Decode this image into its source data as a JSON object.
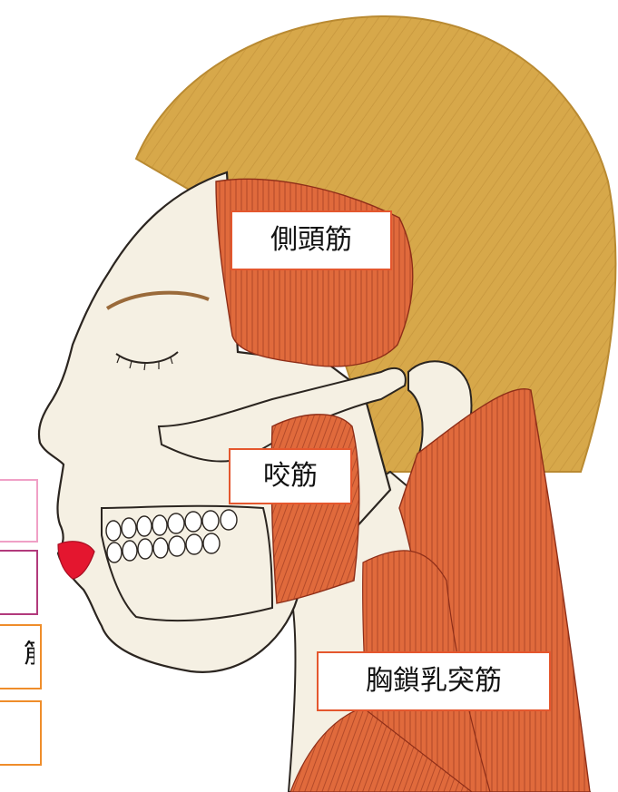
{
  "labels": {
    "temporalis": "側頭筋",
    "masseter": "咬筋",
    "sternocleidomastoid": "胸鎖乳突筋"
  },
  "cropped_label_fragment": "筋",
  "colors": {
    "hair": "#d7a84a",
    "hair_shade": "#b98a32",
    "skin": "#f5f0e3",
    "muscle": "#e06a3c",
    "muscle_fiber": "#8e2e18",
    "lips": "#e4162f",
    "outline": "#2b2520",
    "label_border": "#e4572e",
    "stub_pink": "#f0a0c6",
    "stub_plum": "#b23a7c",
    "stub_orange": "#ef8d2a"
  }
}
